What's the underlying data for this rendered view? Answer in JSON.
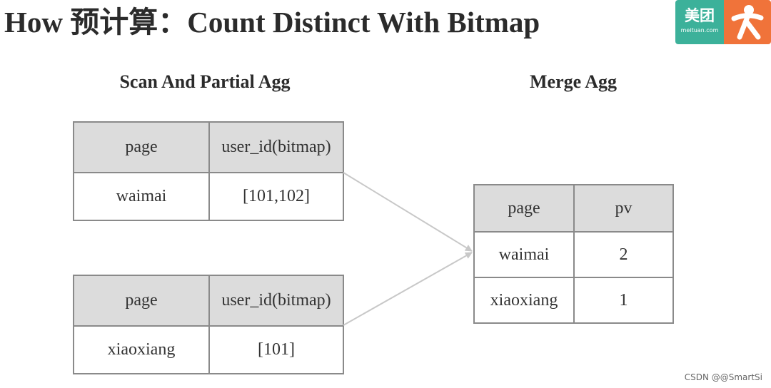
{
  "title": "How 预计算：Count Distinct With Bitmap",
  "logo": {
    "text_cn": "美团",
    "url_text": "meituan.com"
  },
  "sections": {
    "left_title": "Scan And Partial Agg",
    "right_title": "Merge Agg"
  },
  "tables": {
    "partial_a": {
      "headers": [
        "page",
        "user_id(bitmap)"
      ],
      "rows": [
        [
          "waimai",
          "[101,102]"
        ]
      ]
    },
    "partial_b": {
      "headers": [
        "page",
        "user_id(bitmap)"
      ],
      "rows": [
        [
          "xiaoxiang",
          "[101]"
        ]
      ]
    },
    "merged": {
      "headers": [
        "page",
        "pv"
      ],
      "rows": [
        [
          "waimai",
          "2"
        ],
        [
          "xiaoxiang",
          "1"
        ]
      ]
    }
  },
  "colors": {
    "header_fill": "#dcdcdc",
    "border": "#8a8a8a",
    "arrow": "#c8c8c8",
    "logo_green": "#3cb19a",
    "logo_orange": "#f0733a"
  },
  "watermark": "CSDN @@SmartSi"
}
